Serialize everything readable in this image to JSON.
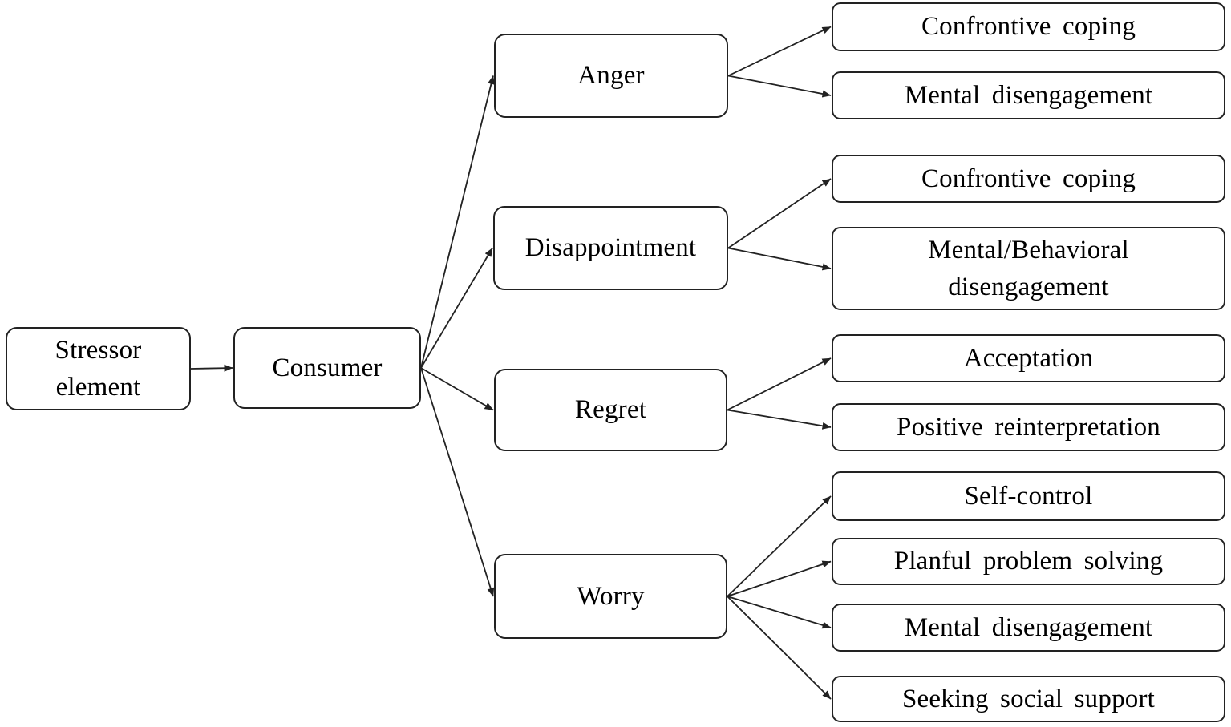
{
  "nodes": {
    "stressor": {
      "label": "Stressor\nelement"
    },
    "consumer": {
      "label": "Consumer"
    },
    "anger": {
      "label": "Anger"
    },
    "disappointment": {
      "label": "Disappointment"
    },
    "regret": {
      "label": "Regret"
    },
    "worry": {
      "label": "Worry"
    },
    "confrontive_coping_1": {
      "label": "Confrontive coping"
    },
    "mental_disengagement_1": {
      "label": "Mental disengagement"
    },
    "confrontive_coping_2": {
      "label": "Confrontive coping"
    },
    "mental_behavioral_disengagement": {
      "label": "Mental/Behavioral\ndisengagement"
    },
    "acceptation": {
      "label": "Acceptation"
    },
    "positive_reinterpretation": {
      "label": "Positive reinterpretation"
    },
    "self_control": {
      "label": "Self-control"
    },
    "planful_problem_solving": {
      "label": "Planful problem solving"
    },
    "mental_disengagement_2": {
      "label": "Mental disengagement"
    },
    "seeking_social_support": {
      "label": "Seeking social support"
    }
  },
  "edges": [
    {
      "from": "stressor",
      "to": "consumer"
    },
    {
      "from": "consumer",
      "to": "anger"
    },
    {
      "from": "consumer",
      "to": "disappointment"
    },
    {
      "from": "consumer",
      "to": "regret"
    },
    {
      "from": "consumer",
      "to": "worry"
    },
    {
      "from": "anger",
      "to": "confrontive_coping_1"
    },
    {
      "from": "anger",
      "to": "mental_disengagement_1"
    },
    {
      "from": "disappointment",
      "to": "confrontive_coping_2"
    },
    {
      "from": "disappointment",
      "to": "mental_behavioral_disengagement"
    },
    {
      "from": "regret",
      "to": "acceptation"
    },
    {
      "from": "regret",
      "to": "positive_reinterpretation"
    },
    {
      "from": "worry",
      "to": "self_control"
    },
    {
      "from": "worry",
      "to": "planful_problem_solving"
    },
    {
      "from": "worry",
      "to": "mental_disengagement_2"
    },
    {
      "from": "worry",
      "to": "seeking_social_support"
    }
  ],
  "colors": {
    "background": "#ffffff",
    "box_fill": "#ffffff",
    "box_border": "#222222",
    "line": "#222222",
    "text": "#000000"
  }
}
